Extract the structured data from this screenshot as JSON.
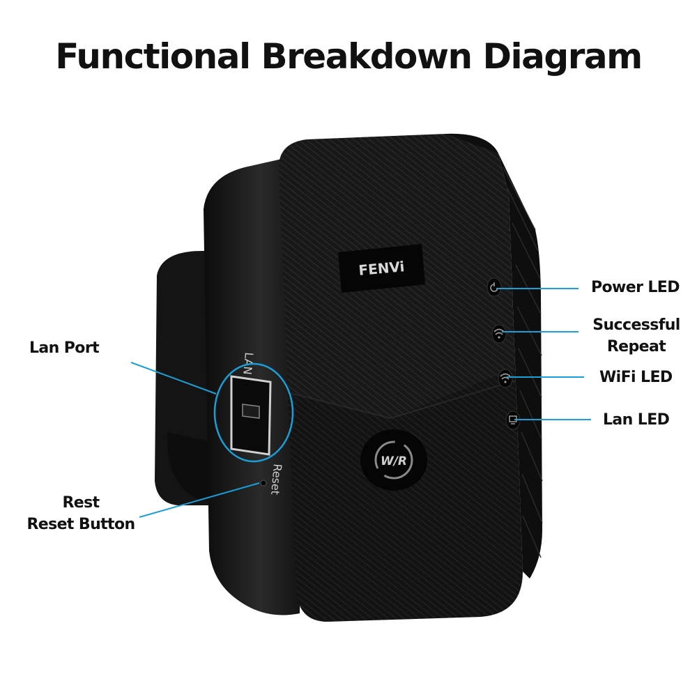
{
  "title": "Functional Breakdown Diagram",
  "device": {
    "brand": "FENVi",
    "port_label": "LAN",
    "reset_label": "Reset",
    "button_label": "W/R"
  },
  "callouts": {
    "power_led": "Power LED",
    "successful_repeat": [
      "Successful",
      "Repeat"
    ],
    "wifi_led": "WiFi LED",
    "lan_led": "Lan LED",
    "lan_port": "Lan Port",
    "reset_button": [
      "Rest",
      "Reset Button"
    ]
  },
  "colors": {
    "callout_line": "#1a9fd8",
    "device_body": "#151515",
    "text": "#111111"
  }
}
